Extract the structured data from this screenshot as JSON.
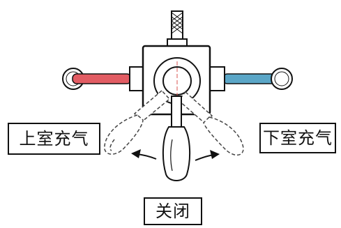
{
  "labels": {
    "left": "上室充气",
    "right": "下室充气",
    "bottom": "关闭"
  },
  "colors": {
    "hot_pipe": "#e25c63",
    "cold_pipe": "#5aa6c7",
    "line": "#111111",
    "center_mark": "#d9534f"
  },
  "icons": {
    "left_pipe": "red-pipe-icon",
    "right_pipe": "blue-pipe-icon",
    "top_knob": "knurled-stem-icon"
  }
}
